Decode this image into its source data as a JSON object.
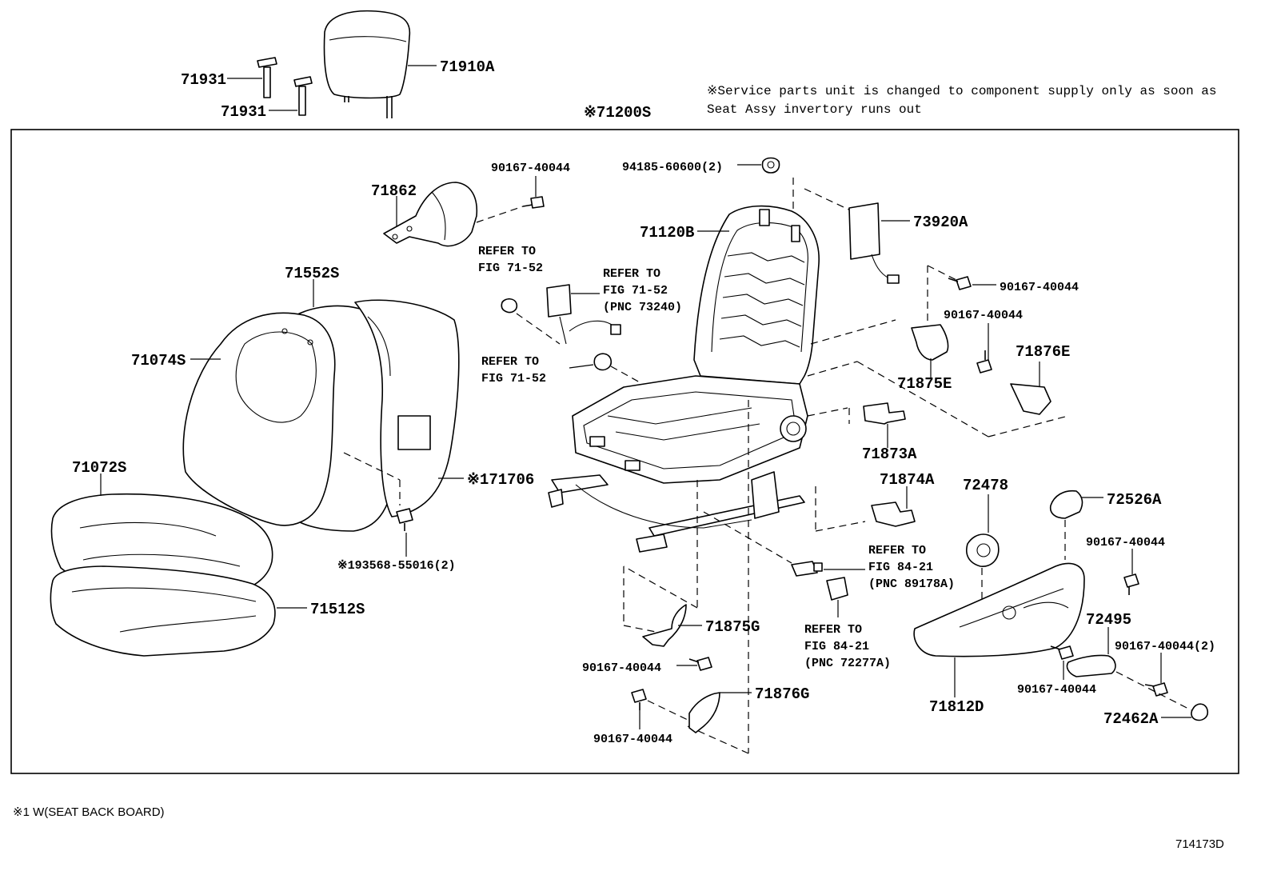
{
  "note": {
    "line1": "※Service parts unit is changed to component supply only as soon as",
    "line2": "Seat Assy invertory runs out"
  },
  "footnote": "※1 W(SEAT BACK BOARD)",
  "figure_id": "714173D",
  "parts": {
    "headrest": "71910A",
    "guide_left": "71931",
    "guide_right": "71931",
    "seat_assy": "※71200S",
    "back_cover_top": "71862",
    "bolt_top": "90167-40044",
    "nut_top": "94185-60600(2)",
    "frame": "71120B",
    "airbag": "73920A",
    "bolt_right_upper": "90167-40044",
    "bolt_right_mid": "90167-40044",
    "cover_71875E": "71875E",
    "cover_71876E": "71876E",
    "pad_back": "71552S",
    "back_cover": "71074S",
    "cushion_cover": "71072S",
    "cushion_pad": "71512S",
    "board": "※171706",
    "clip": "※193568-55016(2)",
    "bracket_71873A": "71873A",
    "bracket_71874A": "71874A",
    "knob_72478": "72478",
    "knob_72526A": "72526A",
    "bolt_72526A": "90167-40044",
    "shield_71812D": "71812D",
    "lever_72495": "72495",
    "bolt_pair": "90167-40044(2)",
    "bolt_lower_mid": "90167-40044",
    "cap_72462A": "72462A",
    "cover_71875G": "71875G",
    "bolt_71875G": "90167-40044",
    "cover_71876G": "71876G",
    "bolt_bottom": "90167-40044"
  },
  "refs": {
    "r1": [
      "REFER TO",
      "FIG 71-52"
    ],
    "r2": [
      "REFER TO",
      "FIG 71-52",
      "(PNC 73240)"
    ],
    "r3": [
      "REFER TO",
      "FIG 71-52"
    ],
    "r4": [
      "REFER TO",
      "FIG 84-21",
      "(PNC 89178A)"
    ],
    "r5": [
      "REFER TO",
      "FIG 84-21",
      "(PNC 72277A)"
    ]
  }
}
